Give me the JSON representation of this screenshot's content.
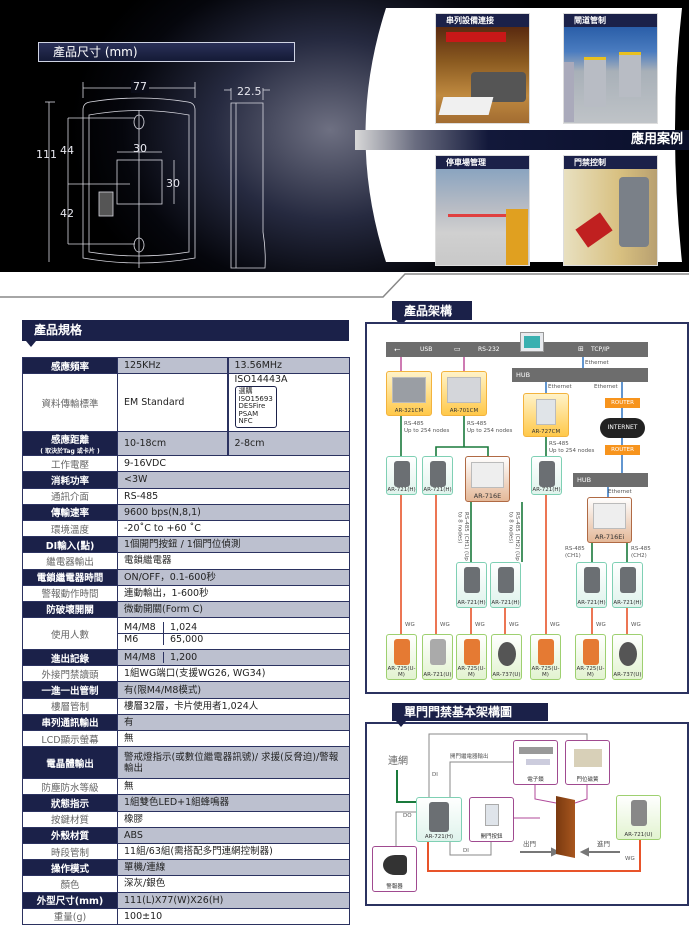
{
  "dimensions": {
    "title": "產品尺寸 (mm)",
    "width": "77",
    "depth": "22.5",
    "height": "111",
    "upper": "44",
    "lower": "42",
    "inner_w": "30",
    "inner_h": "30"
  },
  "applications": {
    "title": "應用案例",
    "cases": [
      {
        "label": "串列設備連接"
      },
      {
        "label": "閘道管制"
      },
      {
        "label": "停車場管理"
      },
      {
        "label": "門禁控制"
      }
    ]
  },
  "specs": {
    "title": "產品規格",
    "rows": [
      {
        "label": "感應頻率",
        "values": [
          "125KHz",
          "13.56MHz"
        ]
      },
      {
        "label": "資料傳輸標準",
        "values": [
          "EM Standard",
          "ISO14443A"
        ],
        "options": [
          "選購",
          "ISO15693",
          "DESFire",
          "PSAM",
          "NFC"
        ]
      },
      {
        "label": "感應距離",
        "sub": "( 取決於Tag 或卡片 )",
        "values": [
          "10-18cm",
          "2-8cm"
        ]
      },
      {
        "label": "工作電壓",
        "values": [
          "9-16VDC"
        ]
      },
      {
        "label": "消耗功率",
        "values": [
          "<3W"
        ]
      },
      {
        "label": "通訊介面",
        "values": [
          "RS-485"
        ]
      },
      {
        "label": "傳輸速率",
        "values": [
          "9600 bps(N,8,1)"
        ]
      },
      {
        "label": "環境溫度",
        "values": [
          "-20˚C to +60 ˚C"
        ]
      },
      {
        "label": "DI輸入(點)",
        "values": [
          "1個開門按鈕 / 1個門位偵測"
        ]
      },
      {
        "label": "繼電器輸出",
        "values": [
          "電鎖繼電器"
        ]
      },
      {
        "label": "電鎖繼電器時間",
        "values": [
          "ON/OFF，0.1-600秒"
        ]
      },
      {
        "label": "警報動作時間",
        "values": [
          "連動輸出，1-600秒"
        ]
      },
      {
        "label": "防破壞開關",
        "values": [
          "微動開關(Form C)"
        ]
      },
      {
        "label": "使用人數",
        "pairs": [
          [
            "M4/M8",
            "1,024"
          ],
          [
            "M6",
            "65,000"
          ]
        ]
      },
      {
        "label": "進出記錄",
        "pairs": [
          [
            "M4/M8",
            "1,200"
          ]
        ]
      },
      {
        "label": "外接門禁讀頭",
        "values": [
          "1組WG端口(支援WG26, WG34)"
        ]
      },
      {
        "label": "一進一出管制",
        "values": [
          "有(限M4/M8模式)"
        ]
      },
      {
        "label": "樓層管制",
        "values": [
          "樓層32層，卡片使用者1,024人"
        ]
      },
      {
        "label": "串列通訊輸出",
        "values": [
          "有"
        ]
      },
      {
        "label": "LCD顯示螢幕",
        "values": [
          "無"
        ]
      },
      {
        "label": "電晶體輸出",
        "values": [
          "警戒燈指示(或數位繼電器訊號)/ 求援(反脅迫)/警報輸出"
        ]
      },
      {
        "label": "防塵防水等級",
        "values": [
          "無"
        ]
      },
      {
        "label": "狀態指示",
        "values": [
          "1組雙色LED+1組蜂鳴器"
        ]
      },
      {
        "label": "按鍵材質",
        "values": [
          "橡膠"
        ]
      },
      {
        "label": "外殼材質",
        "values": [
          "ABS"
        ]
      },
      {
        "label": "時段管制",
        "values": [
          "11組/63組(需搭配多門連網控制器)"
        ]
      },
      {
        "label": "操作模式",
        "values": [
          "單機/連線"
        ]
      },
      {
        "label": "顏色",
        "values": [
          "深灰/銀色"
        ]
      },
      {
        "label": "外型尺寸(mm)",
        "values": [
          "111(L)X77(W)X26(H)"
        ]
      },
      {
        "label": "重量(g)",
        "values": [
          "100±10"
        ]
      }
    ]
  },
  "architecture": {
    "title": "產品架構",
    "usb": "USB",
    "rs232": "RS-232",
    "tcpip": "TCP/IP",
    "hub": "HUB",
    "ethernet": "Ethernet",
    "router": "ROUTER",
    "internet": "INTERNET",
    "rs485_254": "RS-485\nUp to 254 nodes",
    "rs485_ch1_v": "RS-485 (CH1) (Up to 8 nodes)",
    "rs485_ch2_v": "RS-485 (CH2) (Up to 8 nodes)",
    "rs485_ch1": "RS-485 (CH1)",
    "rs485_ch2": "RS-485 (CH2)",
    "wg": "WG",
    "devices": {
      "ar321cm": "AR-321CM",
      "ar701cm": "AR-701CM",
      "ar727cm": "AR-727CM",
      "ar716e": "AR-716E",
      "ar716ei": "AR-716Ei",
      "ar721h": "AR-721(H)",
      "ar725um": "AR-725(U-M)",
      "ar721u": "AR-721(U)",
      "ar737u": "AR-737(U)"
    }
  },
  "single_door": {
    "title": "單門門禁基本架構圖",
    "network": "連網",
    "relay_out": "開門繼電器輸出",
    "di": "DI",
    "do": "DO",
    "wg": "WG",
    "electric_lock": "電子鎖",
    "door_sensor": "門位磁簧",
    "exit_button": "開門按鈕",
    "alarm": "警報器",
    "exit": "出門",
    "enter": "進門",
    "reader_h": "AR-721(H)",
    "reader_u": "AR-721(U)"
  }
}
